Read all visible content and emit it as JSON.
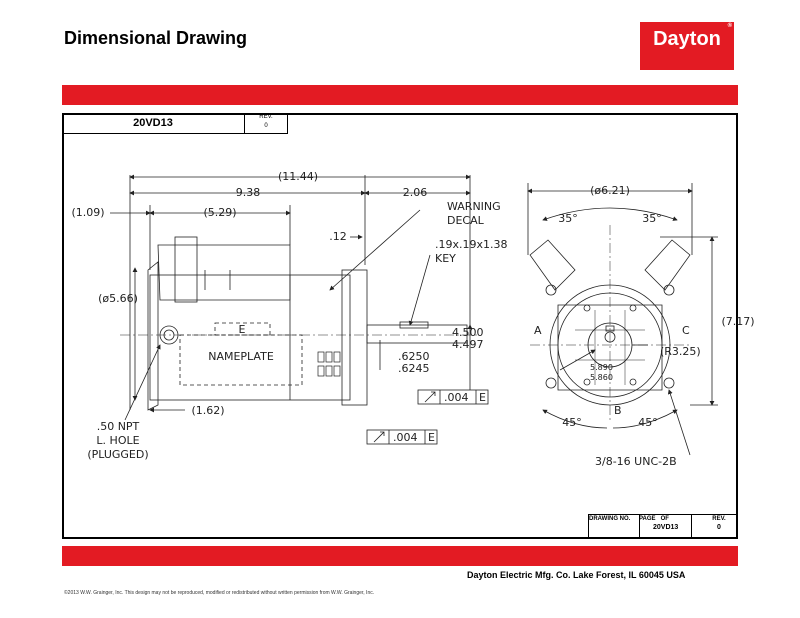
{
  "header": {
    "title": "Dimensional Drawing",
    "logo_text": "Dayton",
    "logo_reg": "®"
  },
  "drawing": {
    "id": "20VD13",
    "rev_label": "REV.",
    "rev_value": "0",
    "dims": {
      "overall_length": "(11.44)",
      "body_length": "9.38",
      "shaft_ext": "2.06",
      "end_offset": "(1.09)",
      "mid_length": "(5.29)",
      "lead": ".12",
      "dia_5_66": "(ø5.66)",
      "bottom_offset": "(1.62)",
      "diameter_621": "(ø6.21)",
      "height_717": "(7.17)",
      "radius": "(R3.25)",
      "pilot_max": "4.500",
      "pilot_min": "4.497",
      "shaft_max": ".6250",
      "shaft_min": ".6245",
      "bolt_max": "5.890",
      "bolt_min": "5.860",
      "angle_top_left": "35°",
      "angle_top_right": "35°",
      "angle_bottom_left": "45°",
      "angle_bottom_right": "45°"
    },
    "labels": {
      "warning_line1": "WARNING",
      "warning_line2": "DECAL",
      "key_line1": ".19x.19x1.38",
      "key_line2": "KEY",
      "npt_line1": ".50 NPT",
      "npt_line2": "L. HOLE",
      "npt_line3": "(PLUGGED)",
      "nameplate": "NAMEPLATE",
      "datum_e": "E",
      "tol_value": ".004",
      "tol_datum": "E",
      "thread": "3/8-16 UNC-2B",
      "pt_a": "A",
      "pt_b": "B",
      "pt_c": "C"
    }
  },
  "title_block": {
    "drawing_no_label": "DRAWING NO.",
    "page_label": "PAGE",
    "of_label": "OF",
    "drawing_no": "20VD13",
    "rev_label": "REV.",
    "rev_value": "0"
  },
  "footer": {
    "company": "Dayton Electric Mfg. Co.  Lake Forest, IL  60045  USA",
    "copyright": "©2013 W.W. Grainger, Inc.   This design may not be reproduced, modified or redistributed without written permission from W.W. Grainger, Inc."
  },
  "colors": {
    "brand_red": "#e31b23"
  }
}
